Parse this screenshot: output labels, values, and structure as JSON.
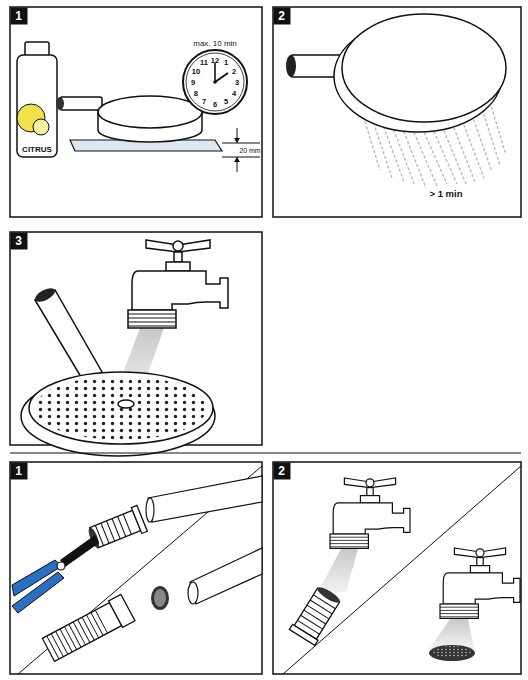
{
  "diagram": {
    "labels": [
      "1",
      "max. 10 min",
      "12",
      "1",
      "2",
      "3",
      "4",
      "5",
      "6",
      "7",
      "8",
      "9",
      "10",
      "11",
      "CITRUS",
      "20 mm",
      "2",
      "> 1 min",
      "3",
      "1",
      "2"
    ]
  }
}
